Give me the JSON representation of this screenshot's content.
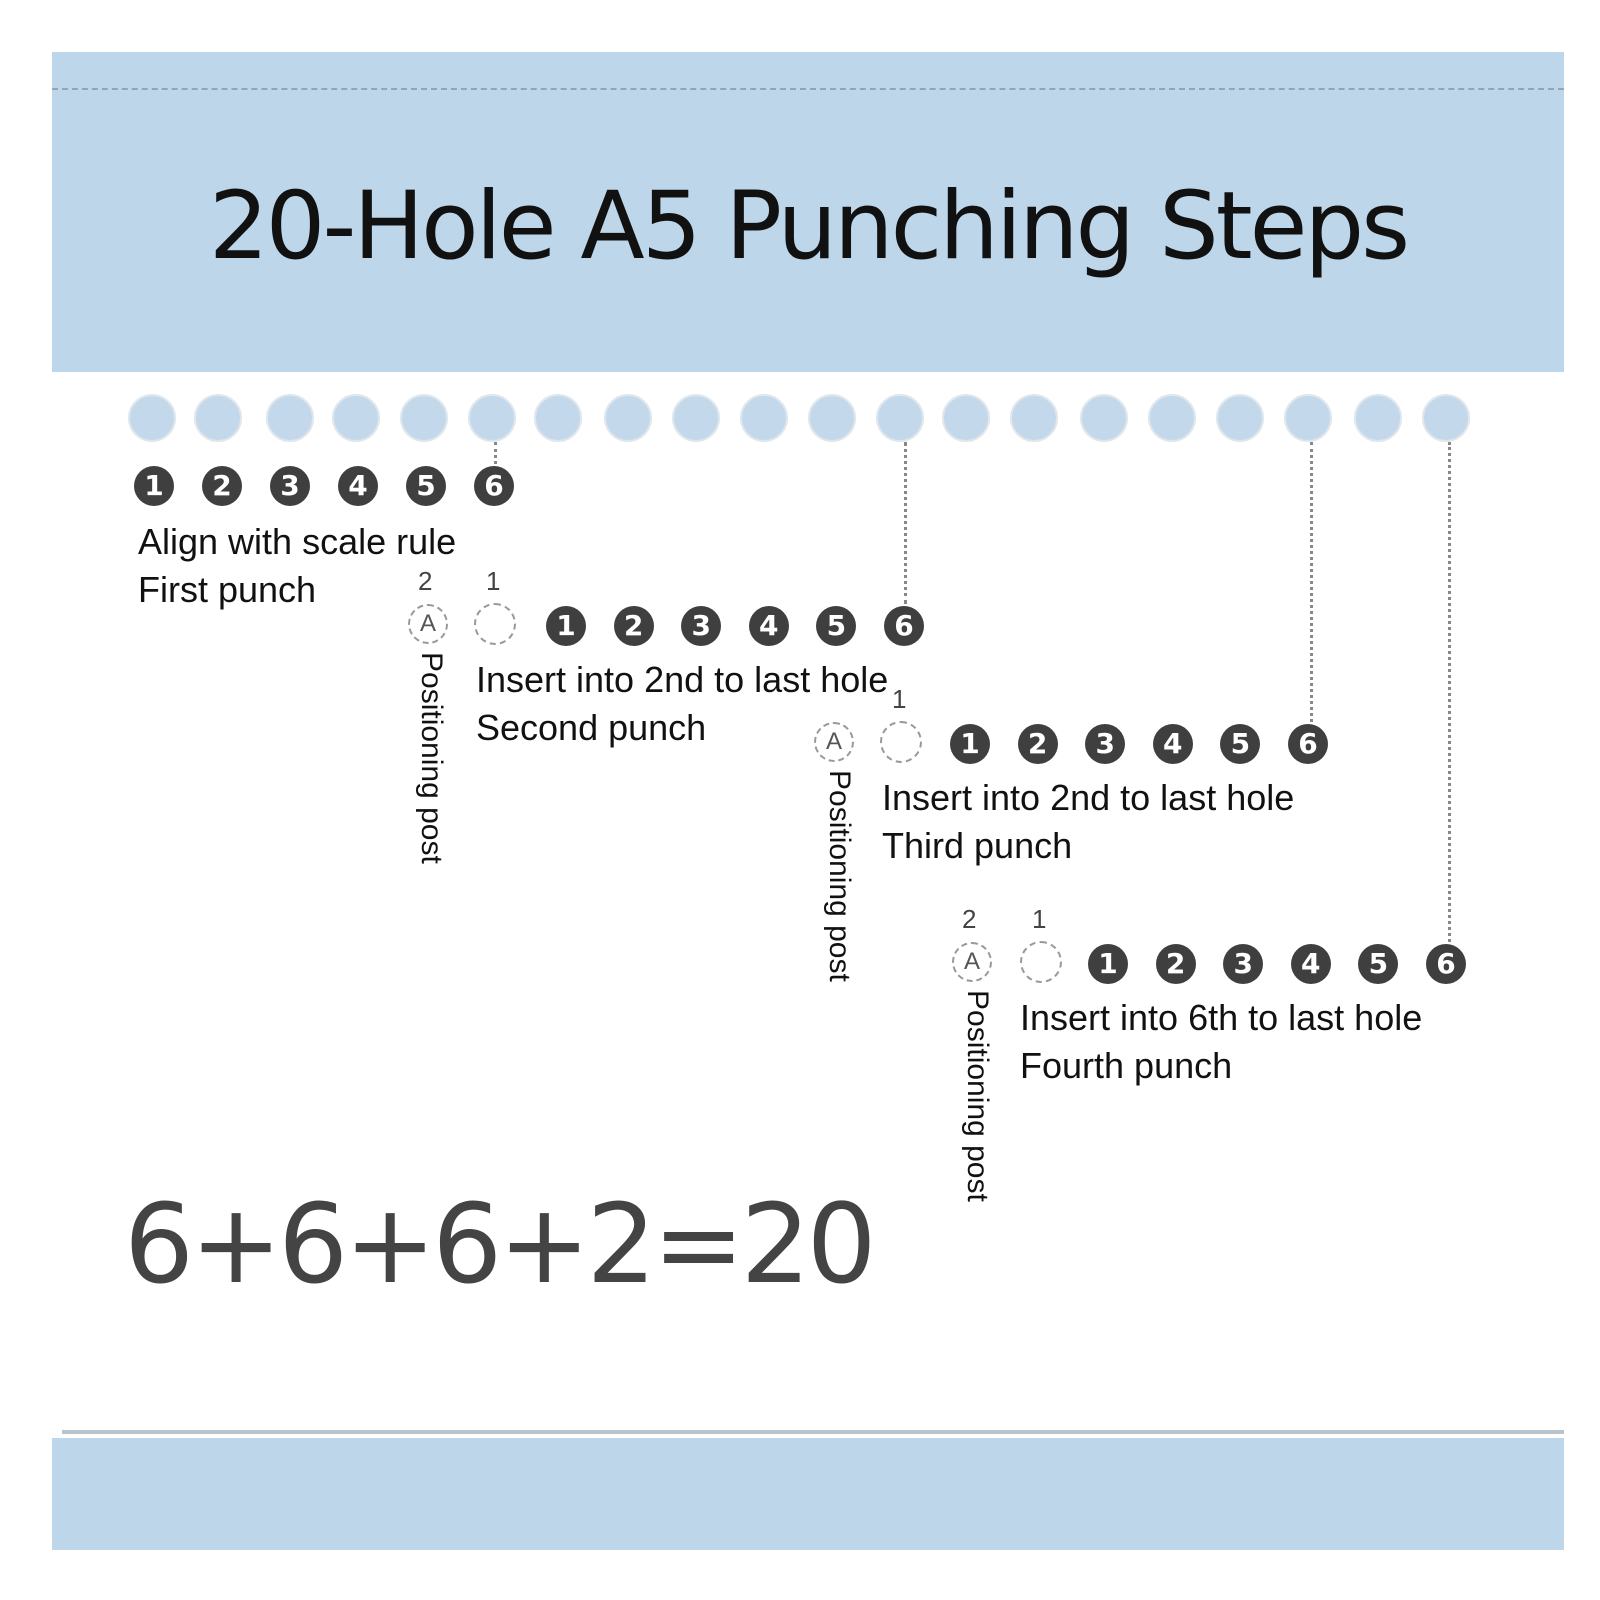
{
  "title": "20-Hole A5 Punching Steps",
  "hole_count": 20,
  "numbers": [
    "1",
    "2",
    "3",
    "4",
    "5",
    "6"
  ],
  "steps": [
    {
      "line1": "Align with scale rule",
      "line2": "First punch"
    },
    {
      "line1": "Insert into 2nd to last hole",
      "line2": "Second punch",
      "post_label": "Positioning post",
      "post_letter": "A",
      "marker_2": "2",
      "marker_1": "1"
    },
    {
      "line1": "Insert into 2nd to last hole",
      "line2": "Third punch",
      "post_label": "Positioning post",
      "post_letter": "A",
      "marker_1": "1"
    },
    {
      "line1": "Insert into 6th to last hole",
      "line2": "Fourth punch",
      "post_label": "Positioning post",
      "post_letter": "A",
      "marker_2": "2",
      "marker_1": "1"
    }
  ],
  "equation": "6+6+6+2=20",
  "colors": {
    "band": "#bed6ea",
    "hole": "#c3d8ea",
    "number_badge": "#3f3f3f"
  }
}
